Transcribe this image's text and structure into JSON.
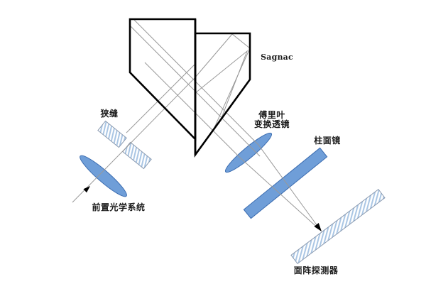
{
  "diagram": {
    "type": "optical-system-schematic",
    "title_label": "Sagnac",
    "labels": {
      "slit": "狭缝",
      "front_optics": "前置光学系统",
      "fourier_line1": "傅里叶",
      "fourier_line2": "变换透镜",
      "cylindrical_mirror": "柱面镜",
      "detector": "面阵探测器"
    },
    "components": [
      "sagnac-prism-pair-with-beamsplitter",
      "entrance-slit-two-hatched-plates",
      "front-optics-lens",
      "fourier-transform-lens",
      "cylindrical-mirror",
      "area-array-detector",
      "input-beam-with-arrow",
      "sheared-output-beams-converging-to-detector"
    ],
    "colors": {
      "background": "#ffffff",
      "outline": "#000000",
      "ray": "#999999",
      "lens_fill": "#6f9ed8",
      "lens_stroke": "#3b6cb0",
      "hatch_stripe": "#aac6e4",
      "hatch_border": "#8a9ab0"
    }
  }
}
